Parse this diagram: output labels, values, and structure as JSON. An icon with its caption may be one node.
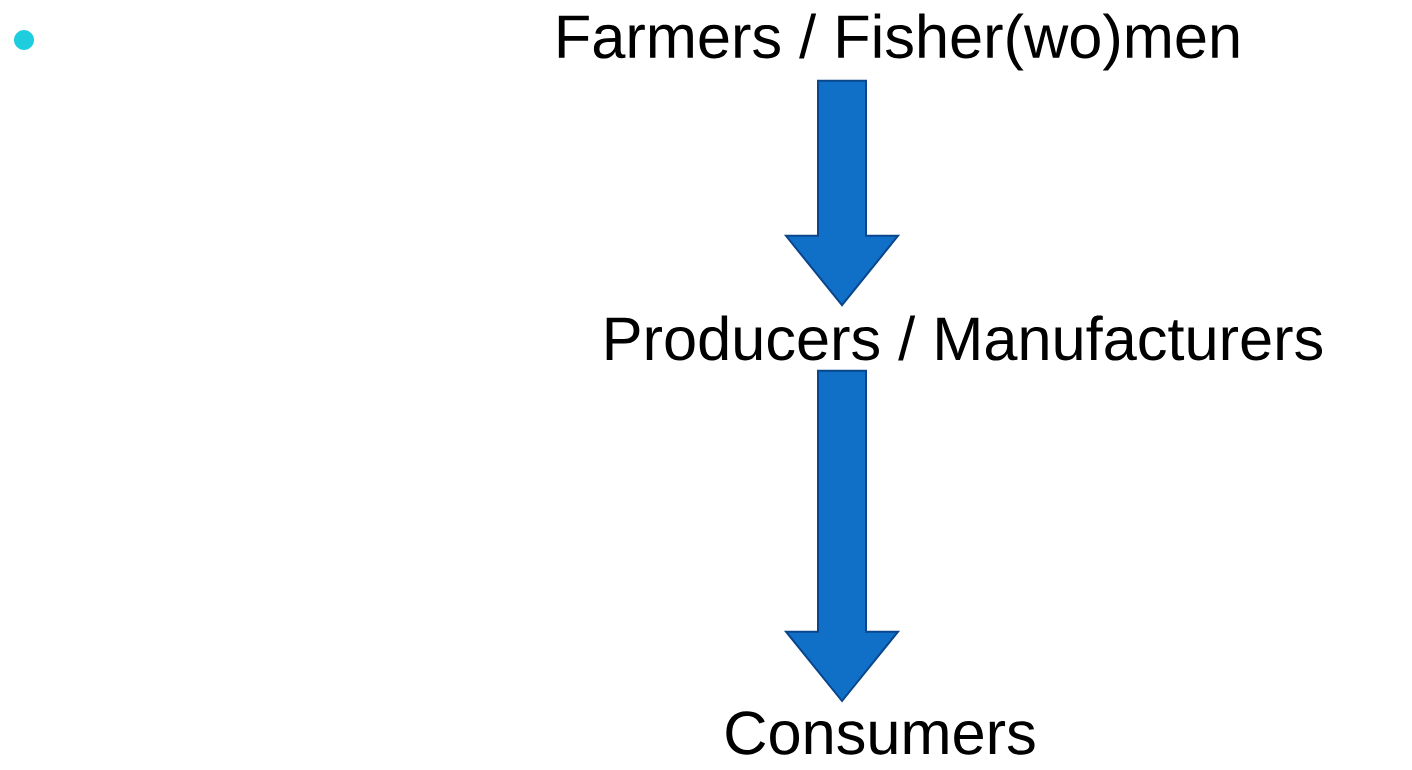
{
  "diagram": {
    "nodes": [
      {
        "text": [
          "Farmers / Fisher(wo)men"
        ]
      },
      {
        "text": [
          "Producers / Manufacturers"
        ]
      },
      {
        "text": [
          "Consumers"
        ]
      }
    ],
    "edges": [
      {
        "from": 0,
        "to": 1,
        "arrow": "to"
      },
      {
        "from": 1,
        "to": 2,
        "arrow": "to"
      }
    ]
  }
}
